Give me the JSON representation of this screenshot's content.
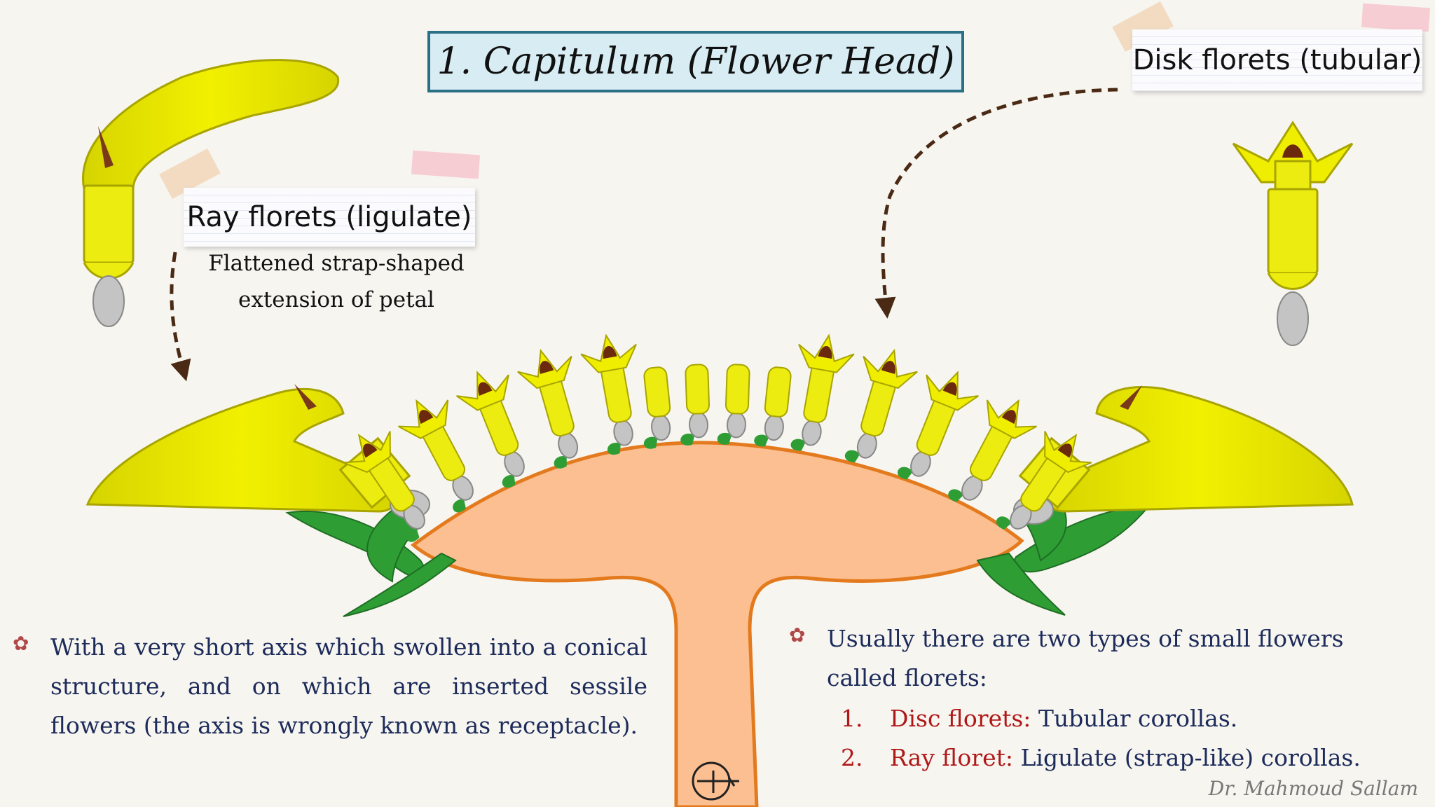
{
  "title": "1. Capitulum (Flower Head)",
  "ray_label": "Ray florets (ligulate)",
  "ray_desc_line1": "Flattened strap-shaped",
  "ray_desc_line2": "extension of  petal",
  "disk_label": "Disk florets (tubular)",
  "left_paragraph": "With a very short axis which swollen into a conical structure, and on which are inserted sessile flowers (the axis is wrongly known as receptacle).",
  "right_intro": "Usually there are two types of small flowers called florets:",
  "list": [
    {
      "num": "1.",
      "term": "Disc florets:",
      "text": " Tubular corollas."
    },
    {
      "num": "2.",
      "term": "Ray floret:",
      "text": " Ligulate (strap-like) corollas."
    }
  ],
  "signature": "Dr. Mahmoud Sallam",
  "colors": {
    "floret_yellow": "#e8e800",
    "receptacle": "#fbbf91",
    "receptacle_outline": "#e47a1e",
    "bract_green": "#2e9e34",
    "title_fill": "#d7ecf3",
    "title_border": "#2a6f85",
    "text_navy": "#1c2b5a",
    "accent_red": "#b01818"
  }
}
